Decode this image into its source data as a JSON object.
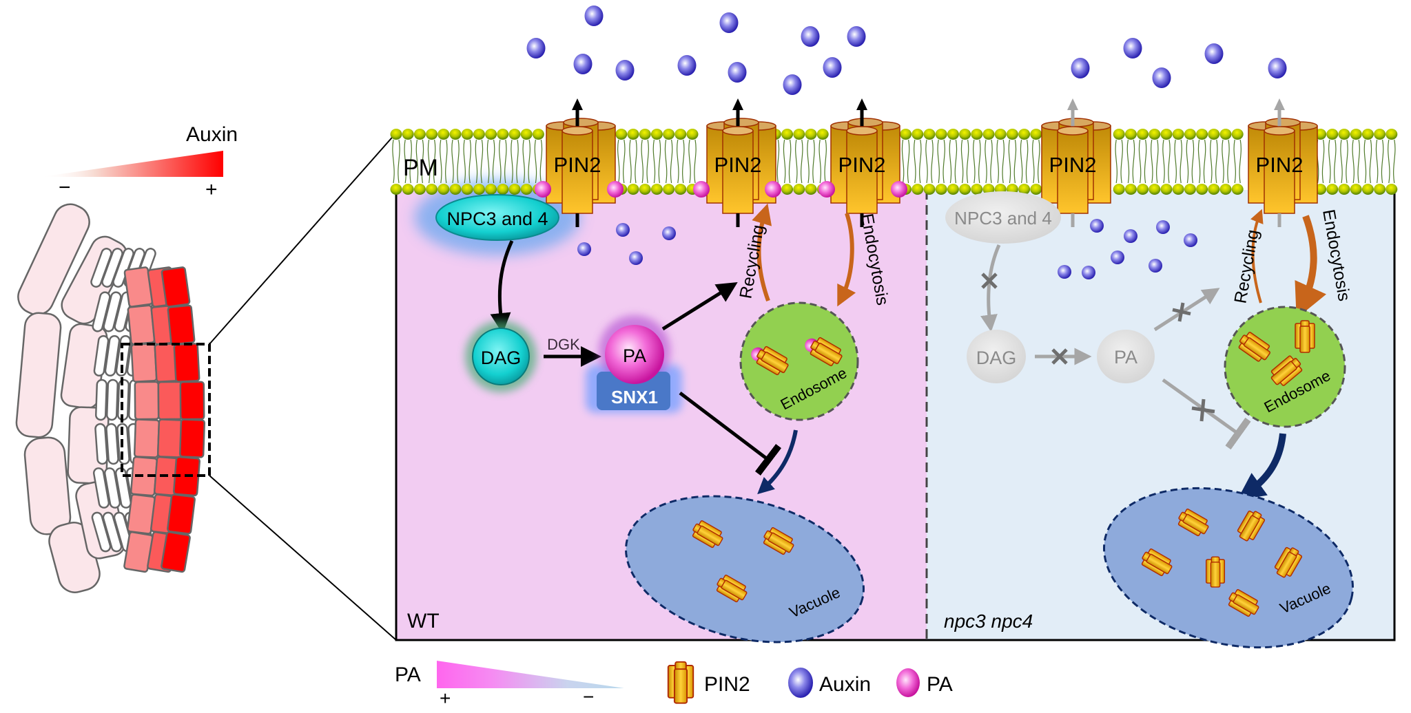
{
  "auxin_scale": {
    "title": "Auxin",
    "minus": "−",
    "plus": "+"
  },
  "membrane": {
    "label": "PM"
  },
  "panels": {
    "wt": {
      "label": "WT",
      "pin_label": "PIN2",
      "npc": "NPC3 and 4",
      "dag": "DAG",
      "dgk": "DGK",
      "pa": "PA",
      "snx1": "SNX1",
      "recycling": "Recycling",
      "endocytosis": "Endocytosis",
      "endosome": "Endosome",
      "vacuole": "Vacuole"
    },
    "mutant": {
      "label": "npc3 npc4",
      "pin_label": "PIN2",
      "npc": "NPC3 and 4",
      "dag": "DAG",
      "pa": "PA",
      "recycling": "Recycling",
      "endocytosis": "Endocytosis",
      "endosome": "Endosome",
      "vacuole": "Vacuole"
    }
  },
  "legend": {
    "pa_gradient": {
      "title": "PA",
      "plus": "+",
      "minus": "−"
    },
    "items": [
      {
        "icon": "pin2-protein-icon",
        "label": "PIN2"
      },
      {
        "icon": "auxin-molecule-icon",
        "label": "Auxin"
      },
      {
        "icon": "pa-lipid-icon",
        "label": "PA"
      }
    ]
  },
  "colors": {
    "wt_bg": "#f2ccf2",
    "mutant_bg": "#e2edf7",
    "auxin": "#4a44cc",
    "pa": "#ee44cc",
    "pin": "#f2b21a",
    "endosome": "#92d050",
    "vacuole": "#8eaadb",
    "traffic_arrow": "#c8651b",
    "vacuole_arrow": "#0e2a66",
    "npc": "#22d6d6",
    "disabled": "#a6a6a6"
  }
}
